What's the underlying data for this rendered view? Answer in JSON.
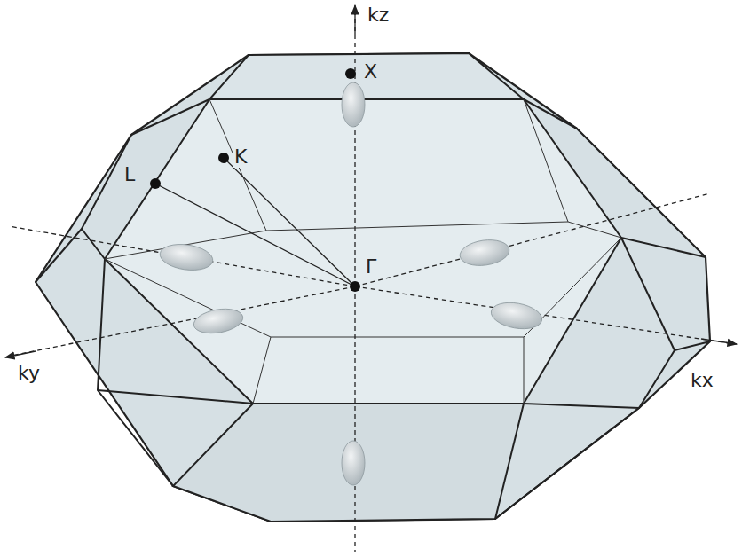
{
  "diagram": {
    "labels": [
      "kz",
      "X",
      "K",
      "L",
      "Γ",
      "ky",
      "kx"
    ]
  }
}
